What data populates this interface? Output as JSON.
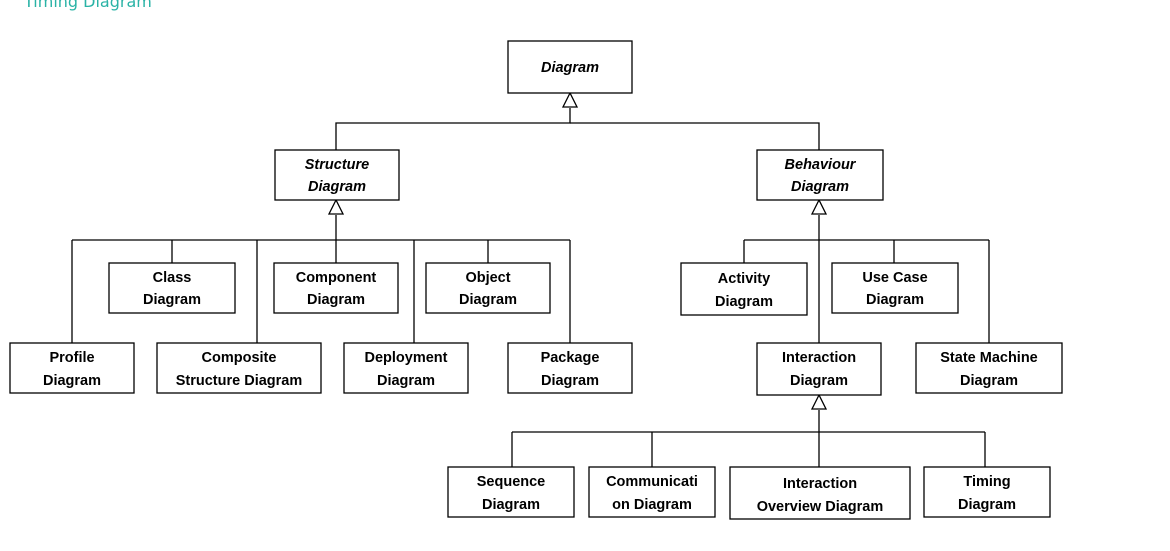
{
  "header": {
    "link_text": "Timing Diagram"
  },
  "diagram": {
    "nodes": {
      "diagram": {
        "lines": [
          "Diagram"
        ],
        "abstract": true
      },
      "structure": {
        "lines": [
          "Structure",
          "Diagram"
        ],
        "abstract": true
      },
      "behaviour": {
        "lines": [
          "Behaviour",
          "Diagram"
        ],
        "abstract": true
      },
      "class": {
        "lines": [
          "Class",
          "Diagram"
        ]
      },
      "component": {
        "lines": [
          "Component",
          "Diagram"
        ]
      },
      "object": {
        "lines": [
          "Object",
          "Diagram"
        ]
      },
      "profile": {
        "lines": [
          "Profile",
          "Diagram"
        ]
      },
      "composite": {
        "lines": [
          "Composite",
          "Structure Diagram"
        ]
      },
      "deployment": {
        "lines": [
          "Deployment",
          "Diagram"
        ]
      },
      "package": {
        "lines": [
          "Package",
          "Diagram"
        ]
      },
      "activity": {
        "lines": [
          "Activity",
          "Diagram"
        ]
      },
      "usecase": {
        "lines": [
          "Use Case",
          "Diagram"
        ]
      },
      "interaction": {
        "lines": [
          "Interaction",
          "Diagram"
        ]
      },
      "statemachine": {
        "lines": [
          "State Machine",
          "Diagram"
        ]
      },
      "sequence": {
        "lines": [
          "Sequence",
          "Diagram"
        ]
      },
      "communication": {
        "lines": [
          "Communicati",
          "on Diagram"
        ]
      },
      "overview": {
        "lines": [
          "Interaction",
          "Overview Diagram"
        ]
      },
      "timing": {
        "lines": [
          "Timing",
          "Diagram"
        ]
      }
    },
    "generalizations": [
      {
        "parent": "diagram",
        "children": [
          "structure",
          "behaviour"
        ]
      },
      {
        "parent": "structure",
        "children": [
          "profile",
          "class",
          "composite",
          "component",
          "deployment",
          "object",
          "package"
        ]
      },
      {
        "parent": "behaviour",
        "children": [
          "activity",
          "usecase",
          "interaction",
          "statemachine"
        ]
      },
      {
        "parent": "interaction",
        "children": [
          "sequence",
          "communication",
          "overview",
          "timing"
        ]
      }
    ]
  }
}
